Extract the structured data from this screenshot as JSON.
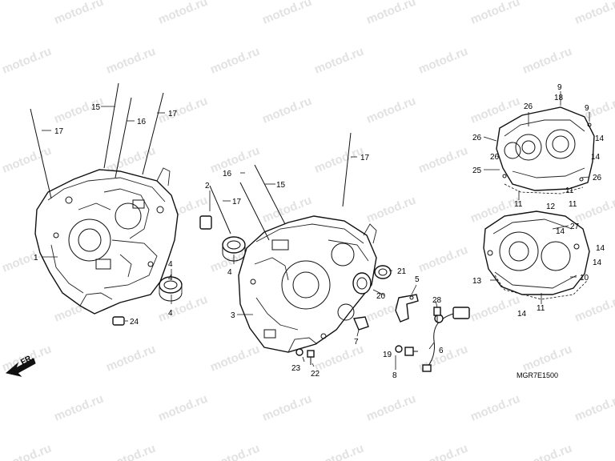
{
  "watermark": "motod.ru",
  "diagram_code": "MGR7E1500",
  "front_label": "FR.",
  "callouts": [
    "1",
    "2",
    "3",
    "4",
    "4",
    "4",
    "4",
    "5",
    "6",
    "7",
    "8",
    "9",
    "9",
    "10",
    "11",
    "11",
    "11",
    "11",
    "12",
    "13",
    "14",
    "14",
    "14",
    "14",
    "14",
    "14",
    "15",
    "15",
    "16",
    "16",
    "17",
    "17",
    "17",
    "17",
    "18",
    "19",
    "20",
    "21",
    "22",
    "23",
    "24",
    "25",
    "26",
    "26",
    "26",
    "26",
    "27",
    "28"
  ]
}
